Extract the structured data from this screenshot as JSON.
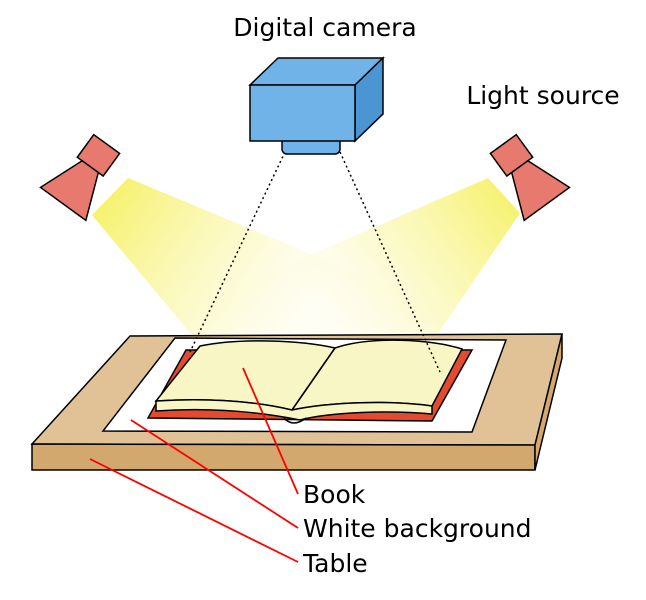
{
  "labels": {
    "camera": "Digital camera",
    "light": "Light source",
    "book": "Book",
    "background": "White background",
    "table": "Table"
  },
  "colors": {
    "camera_fill": "#6fb3e8",
    "camera_dark": "#4a95d2",
    "lamp_fill": "#e8796e",
    "light_glow": "#f7f58a",
    "table_top": "#e0c296",
    "table_side": "#d2a86e",
    "book_cover": "#e34a30",
    "book_pages": "#f8f6c4",
    "pointer_line": "#ff0000"
  }
}
